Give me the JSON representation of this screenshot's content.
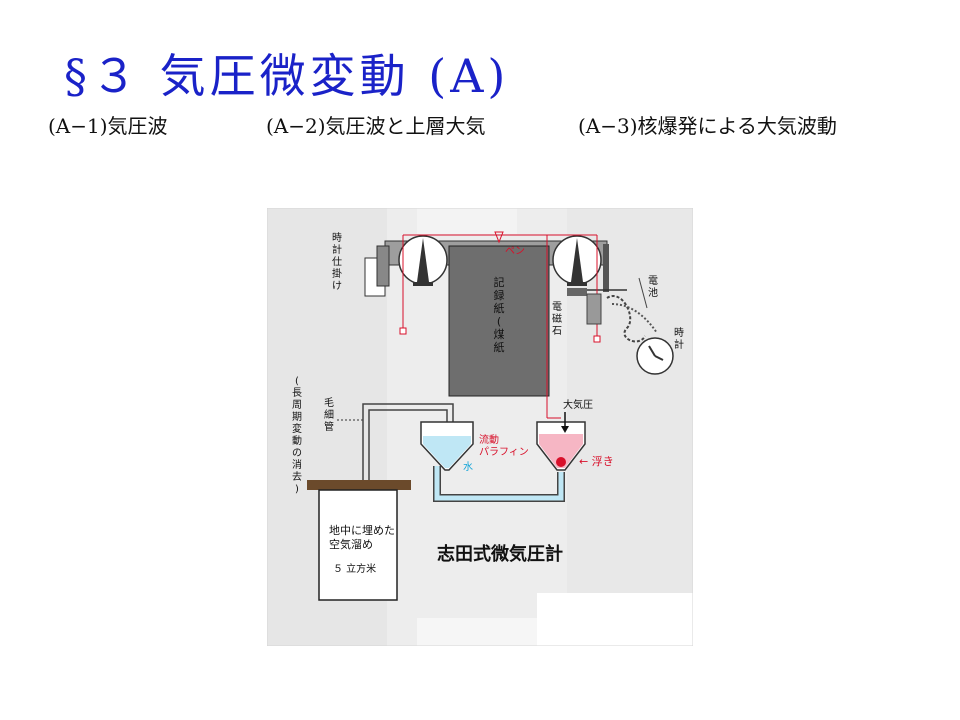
{
  "slide": {
    "title": "§３ 気圧微変動 (A)",
    "subtitles": [
      "(A−1)気圧波",
      "(A−2)気圧波と上層大気",
      "(A−3)核爆発による大気波動"
    ]
  },
  "diagram": {
    "caption": "志田式微気圧計",
    "labels": {
      "clock_mechanism": [
        "時",
        "計",
        "仕",
        "掛",
        "け"
      ],
      "pen": "ペン",
      "recording_paper": [
        "記",
        "録",
        "紙",
        "(",
        "煤",
        "紙",
        ")"
      ],
      "electromagnet": [
        "電",
        "磁",
        "石"
      ],
      "battery": [
        "電",
        "池"
      ],
      "clock": [
        "時",
        "計"
      ],
      "long_period": [
        "(",
        "長",
        "周",
        "期",
        "変",
        "動",
        "の",
        "消",
        "去",
        ")"
      ],
      "capillary": [
        "毛",
        "細",
        "管"
      ],
      "water": "水",
      "flow_paraffin_1": "流動",
      "flow_paraffin_2": "パラフィン",
      "atmospheric_pressure": "大気圧",
      "float": "← 浮き",
      "reservoir_1": "地中に埋めた",
      "reservoir_2": "空気溜め",
      "volume": "５ 立方米"
    },
    "colors": {
      "red": "#d8102a",
      "cyan": "#11a4d8",
      "water_fill": "#bfe7f5",
      "paraffin_fill": "#f6b6c4",
      "ground": "#6b4a2b",
      "paper": "#6e6e6e"
    }
  }
}
